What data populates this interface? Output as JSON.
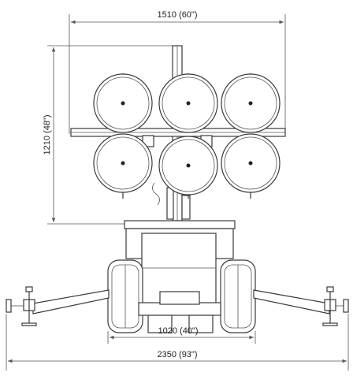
{
  "dimensions": {
    "top_width": "1510 (60\")",
    "mast_height": "1210 (48\")",
    "axle_width": "1020 (40\")",
    "overall_width": "2350 (93\")"
  },
  "icons": {
    "lamp": "floodlight-lamp-icon",
    "wheel": "wheel-icon",
    "stabilizer": "outrigger-jack-icon"
  }
}
